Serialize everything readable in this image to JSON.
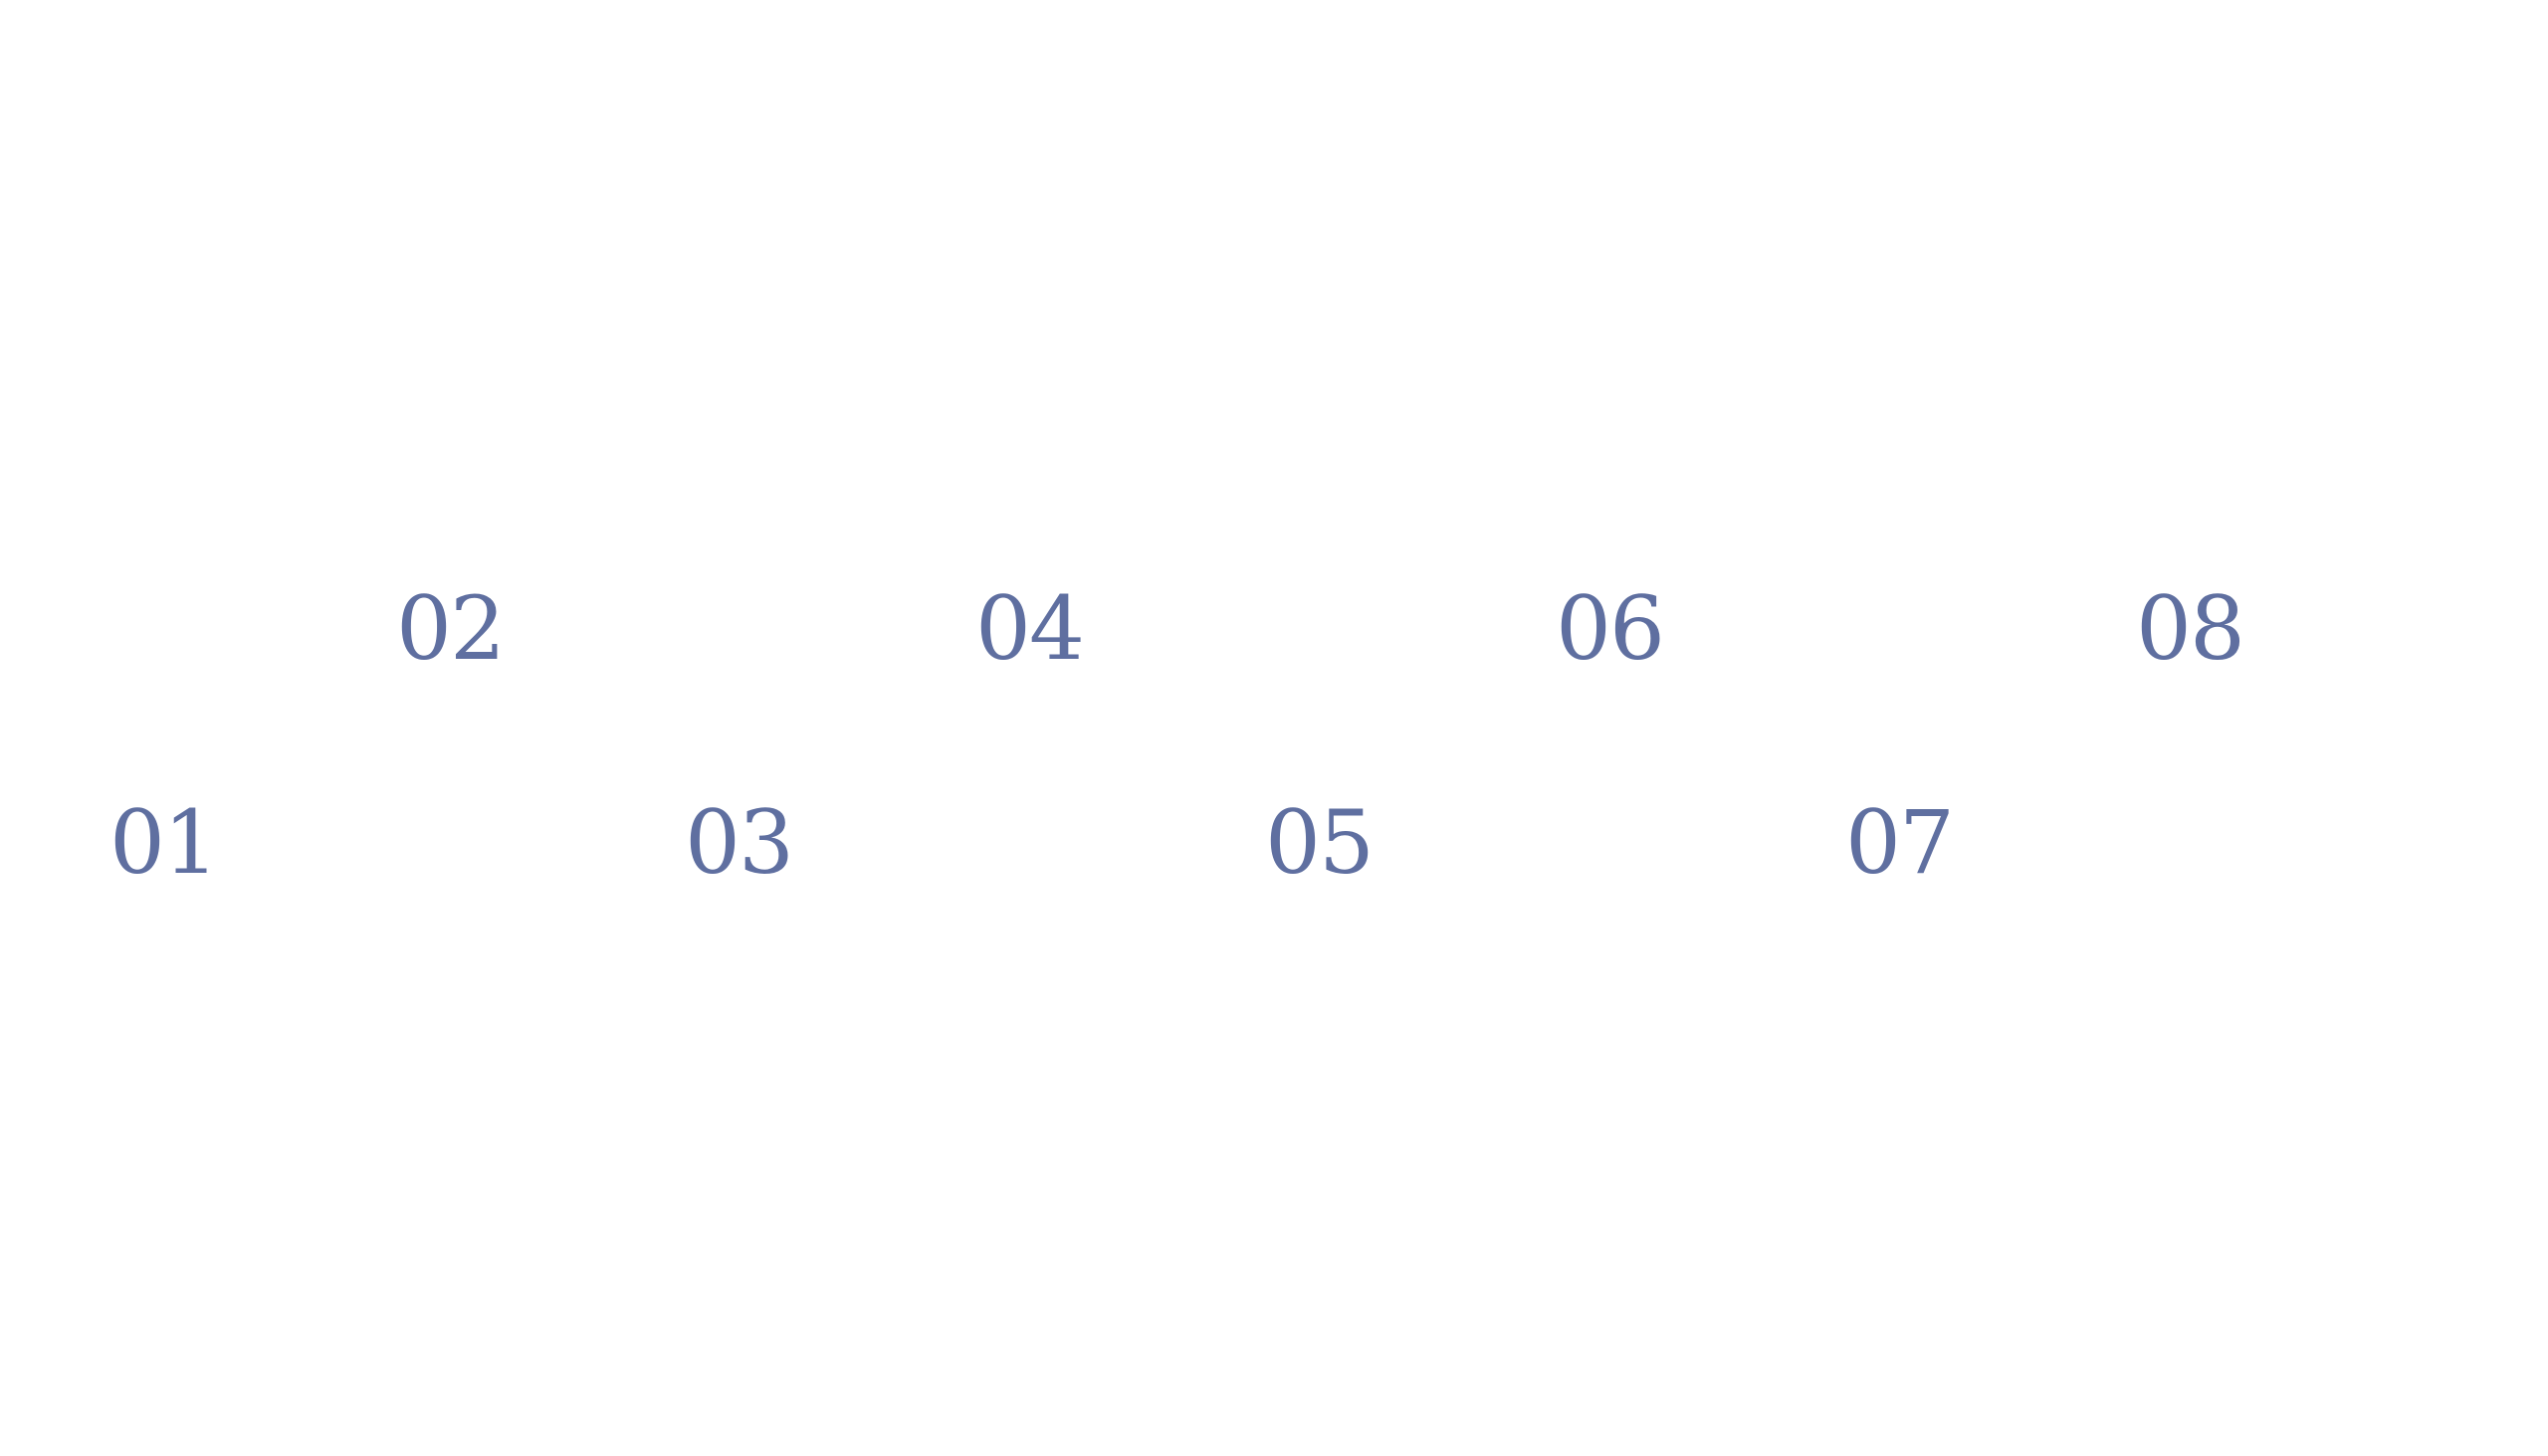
{
  "accent_color": "#5f6fa0",
  "background_color": "#ffffff",
  "labels": {
    "n01": "01",
    "n02": "02",
    "n03": "03",
    "n04": "04",
    "n05": "05",
    "n06": "06",
    "n07": "07",
    "n08": "08"
  }
}
